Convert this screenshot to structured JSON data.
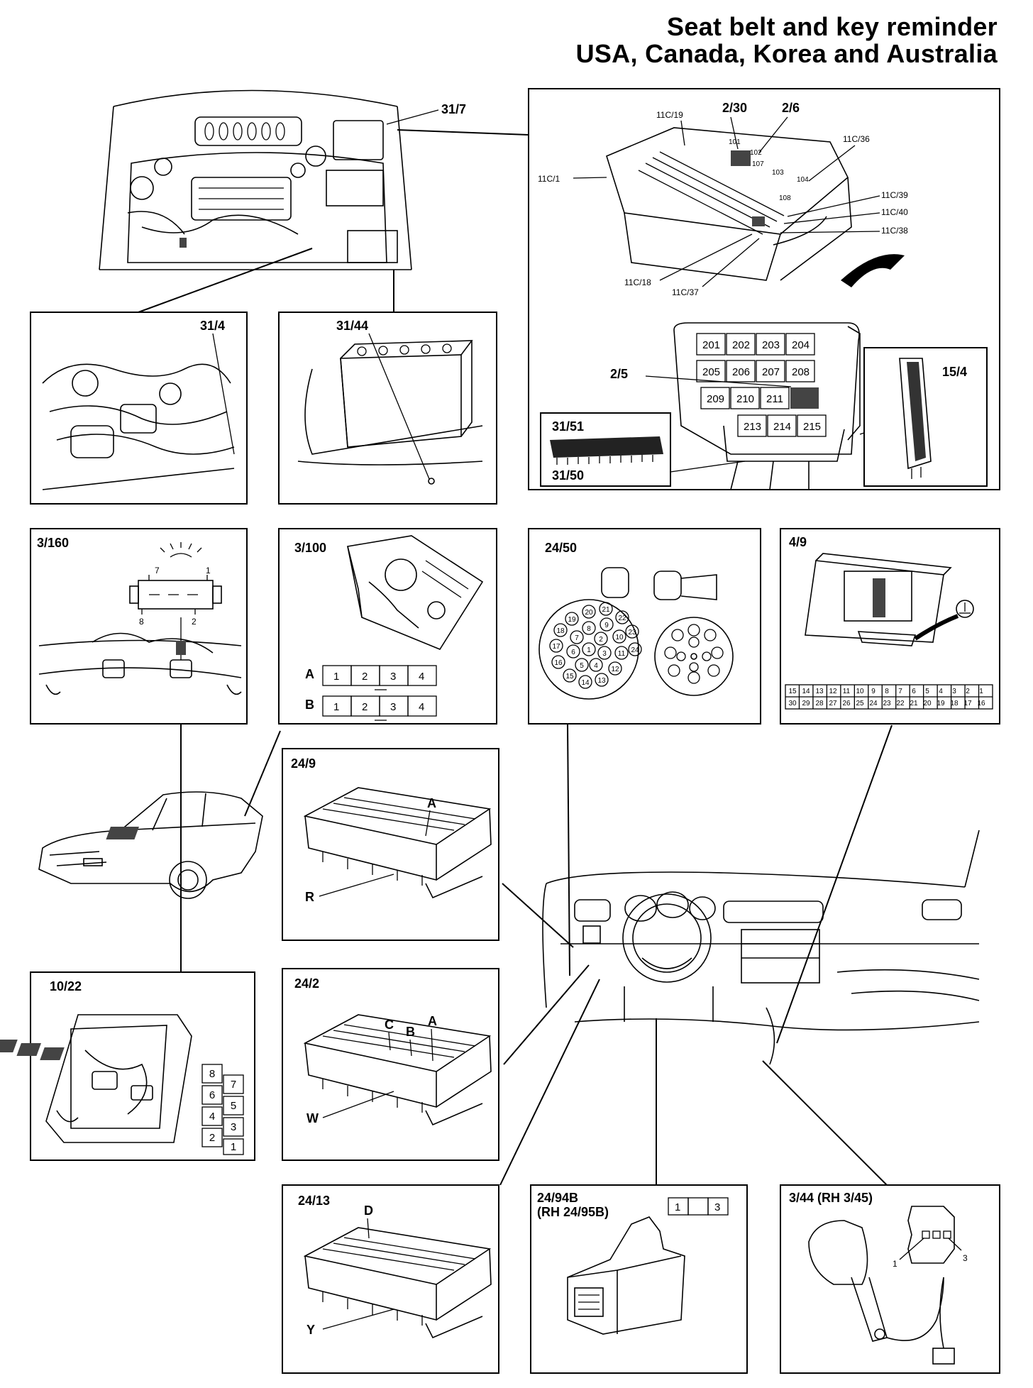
{
  "header": {
    "title_line1": "Seat belt and key reminder",
    "title_line2": "USA, Canada, Korea and Australia"
  },
  "engine_bay": {
    "labels": [
      "31/7"
    ]
  },
  "panel_31_4": {
    "label": "31/4"
  },
  "panel_31_44": {
    "label": "31/44"
  },
  "relay_box": {
    "callouts": [
      "2/30",
      "2/6",
      "11C/19",
      "11C/36",
      "11C/1",
      "11C/39",
      "11C/40",
      "11C/38",
      "11C/18",
      "11C/37",
      "2/5"
    ],
    "relays_top": [
      "101",
      "102",
      "103",
      "104",
      "107",
      "108"
    ],
    "relays_lower": [
      "201",
      "202",
      "203",
      "204",
      "205",
      "206",
      "207",
      "208",
      "209",
      "210",
      "211",
      "213",
      "214",
      "215"
    ],
    "inset_31": {
      "label_top": "31/51",
      "label_bottom": "31/50"
    },
    "inset_15_4": {
      "label": "15/4"
    }
  },
  "panel_3_160": {
    "label": "3/160",
    "pins": [
      "7",
      "1",
      "8",
      "2"
    ]
  },
  "panel_3_100": {
    "label": "3/100",
    "rows": [
      {
        "name": "A",
        "cells": [
          "1",
          "2",
          "3",
          "4"
        ]
      },
      {
        "name": "B",
        "cells": [
          "1",
          "2",
          "3",
          "4"
        ]
      }
    ]
  },
  "panel_24_50": {
    "label": "24/50",
    "pins": [
      "1",
      "2",
      "3",
      "4",
      "5",
      "6",
      "7",
      "8",
      "9",
      "10",
      "11",
      "12",
      "13",
      "14",
      "15",
      "16",
      "17",
      "18",
      "19",
      "20",
      "21",
      "22",
      "23",
      "24"
    ]
  },
  "panel_4_9": {
    "label": "4/9",
    "row_top": [
      "15",
      "14",
      "13",
      "12",
      "11",
      "10",
      "9",
      "8",
      "7",
      "6",
      "5",
      "4",
      "3",
      "2",
      "1"
    ],
    "row_bottom": [
      "30",
      "29",
      "28",
      "27",
      "26",
      "25",
      "24",
      "23",
      "22",
      "21",
      "20",
      "19",
      "18",
      "17",
      "16"
    ]
  },
  "panel_24_9": {
    "label": "24/9",
    "marks": [
      "A",
      "R"
    ]
  },
  "panel_10_22": {
    "label": "10/22",
    "left_col": [
      "8",
      "6",
      "4",
      "2"
    ],
    "right_col": [
      "7",
      "5",
      "3",
      "1"
    ]
  },
  "panel_24_2": {
    "label": "24/2",
    "marks": [
      "C",
      "B",
      "A",
      "W"
    ]
  },
  "panel_24_13": {
    "label": "24/13",
    "marks": [
      "D",
      "Y"
    ]
  },
  "panel_24_94b": {
    "label_line1": "24/94B",
    "label_line2": "(RH 24/95B)",
    "cells": [
      "1",
      "",
      "3"
    ]
  },
  "panel_3_44": {
    "label": "3/44 (RH 3/45)",
    "pins": [
      "1",
      "3"
    ]
  }
}
